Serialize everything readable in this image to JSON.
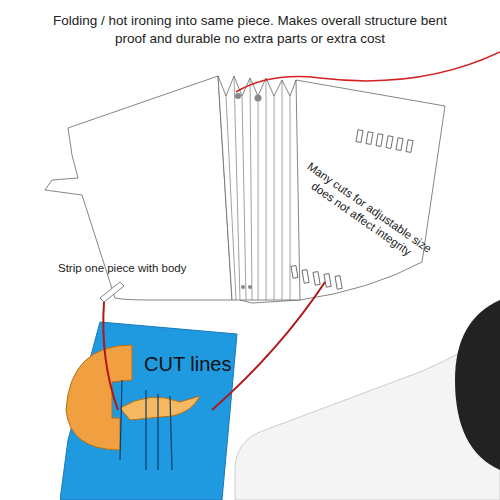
{
  "diagram": {
    "nodes": [
      {
        "text": [
          "CUT lines"
        ]
      }
    ],
    "labels": [
      "Folding / hot ironing into same piece. Makes overall structure bent proof and durable no extra parts or extra cost",
      "Strip one piece with body",
      "Many cuts for adjustable size does not affect integrity"
    ]
  }
}
